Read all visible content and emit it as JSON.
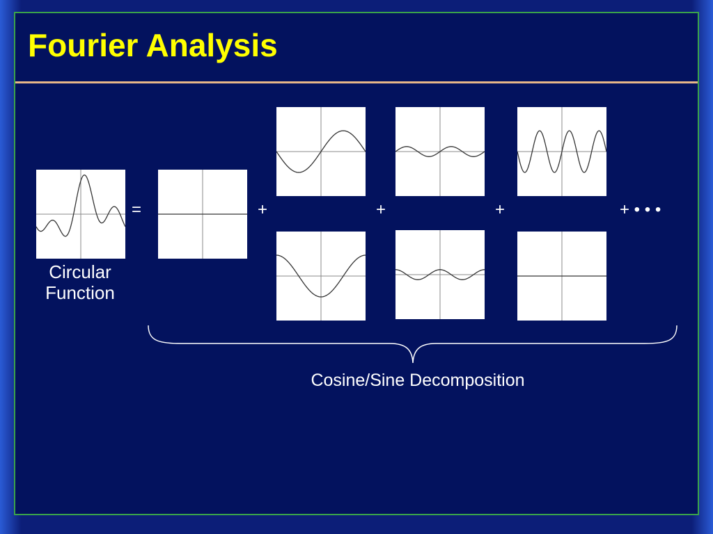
{
  "title": "Fourier Analysis",
  "operators": {
    "equals": "=",
    "plus_1": "+",
    "plus_2": "+",
    "plus_3": "+",
    "plus_more": "+ • • •"
  },
  "captions": {
    "circular_function": "Circular\nFunction",
    "decomposition": "Cosine/Sine Decomposition"
  },
  "plots": {
    "input": {
      "kind": "composite",
      "terms": [
        {
          "k": 1,
          "c": 0.3,
          "s": 0.25
        },
        {
          "k": 2,
          "c": 0.25,
          "s": 0.1
        },
        {
          "k": 3,
          "c": 0.25,
          "s": 0.2
        }
      ]
    },
    "dc": {
      "kind": "const",
      "value": 0
    },
    "sin1": {
      "kind": "sin",
      "k": 1,
      "amp": 0.5
    },
    "cos1": {
      "kind": "cos",
      "k": 1,
      "amp": -0.5
    },
    "sin2": {
      "kind": "sin",
      "k": 2,
      "amp": 0.12
    },
    "cos2": {
      "kind": "cos",
      "k": 2,
      "amp": 0.12
    },
    "sin3": {
      "kind": "sin",
      "k": 3,
      "amp": 0.5
    },
    "cos3": {
      "kind": "const",
      "value": 0
    }
  },
  "colors": {
    "title": "#ffff00",
    "background": "#03125e",
    "frame_border": "#3aa34a",
    "rule": "#e8b788",
    "text": "#ffffff",
    "plot_axis": "#888888",
    "plot_curve": "#333333"
  }
}
